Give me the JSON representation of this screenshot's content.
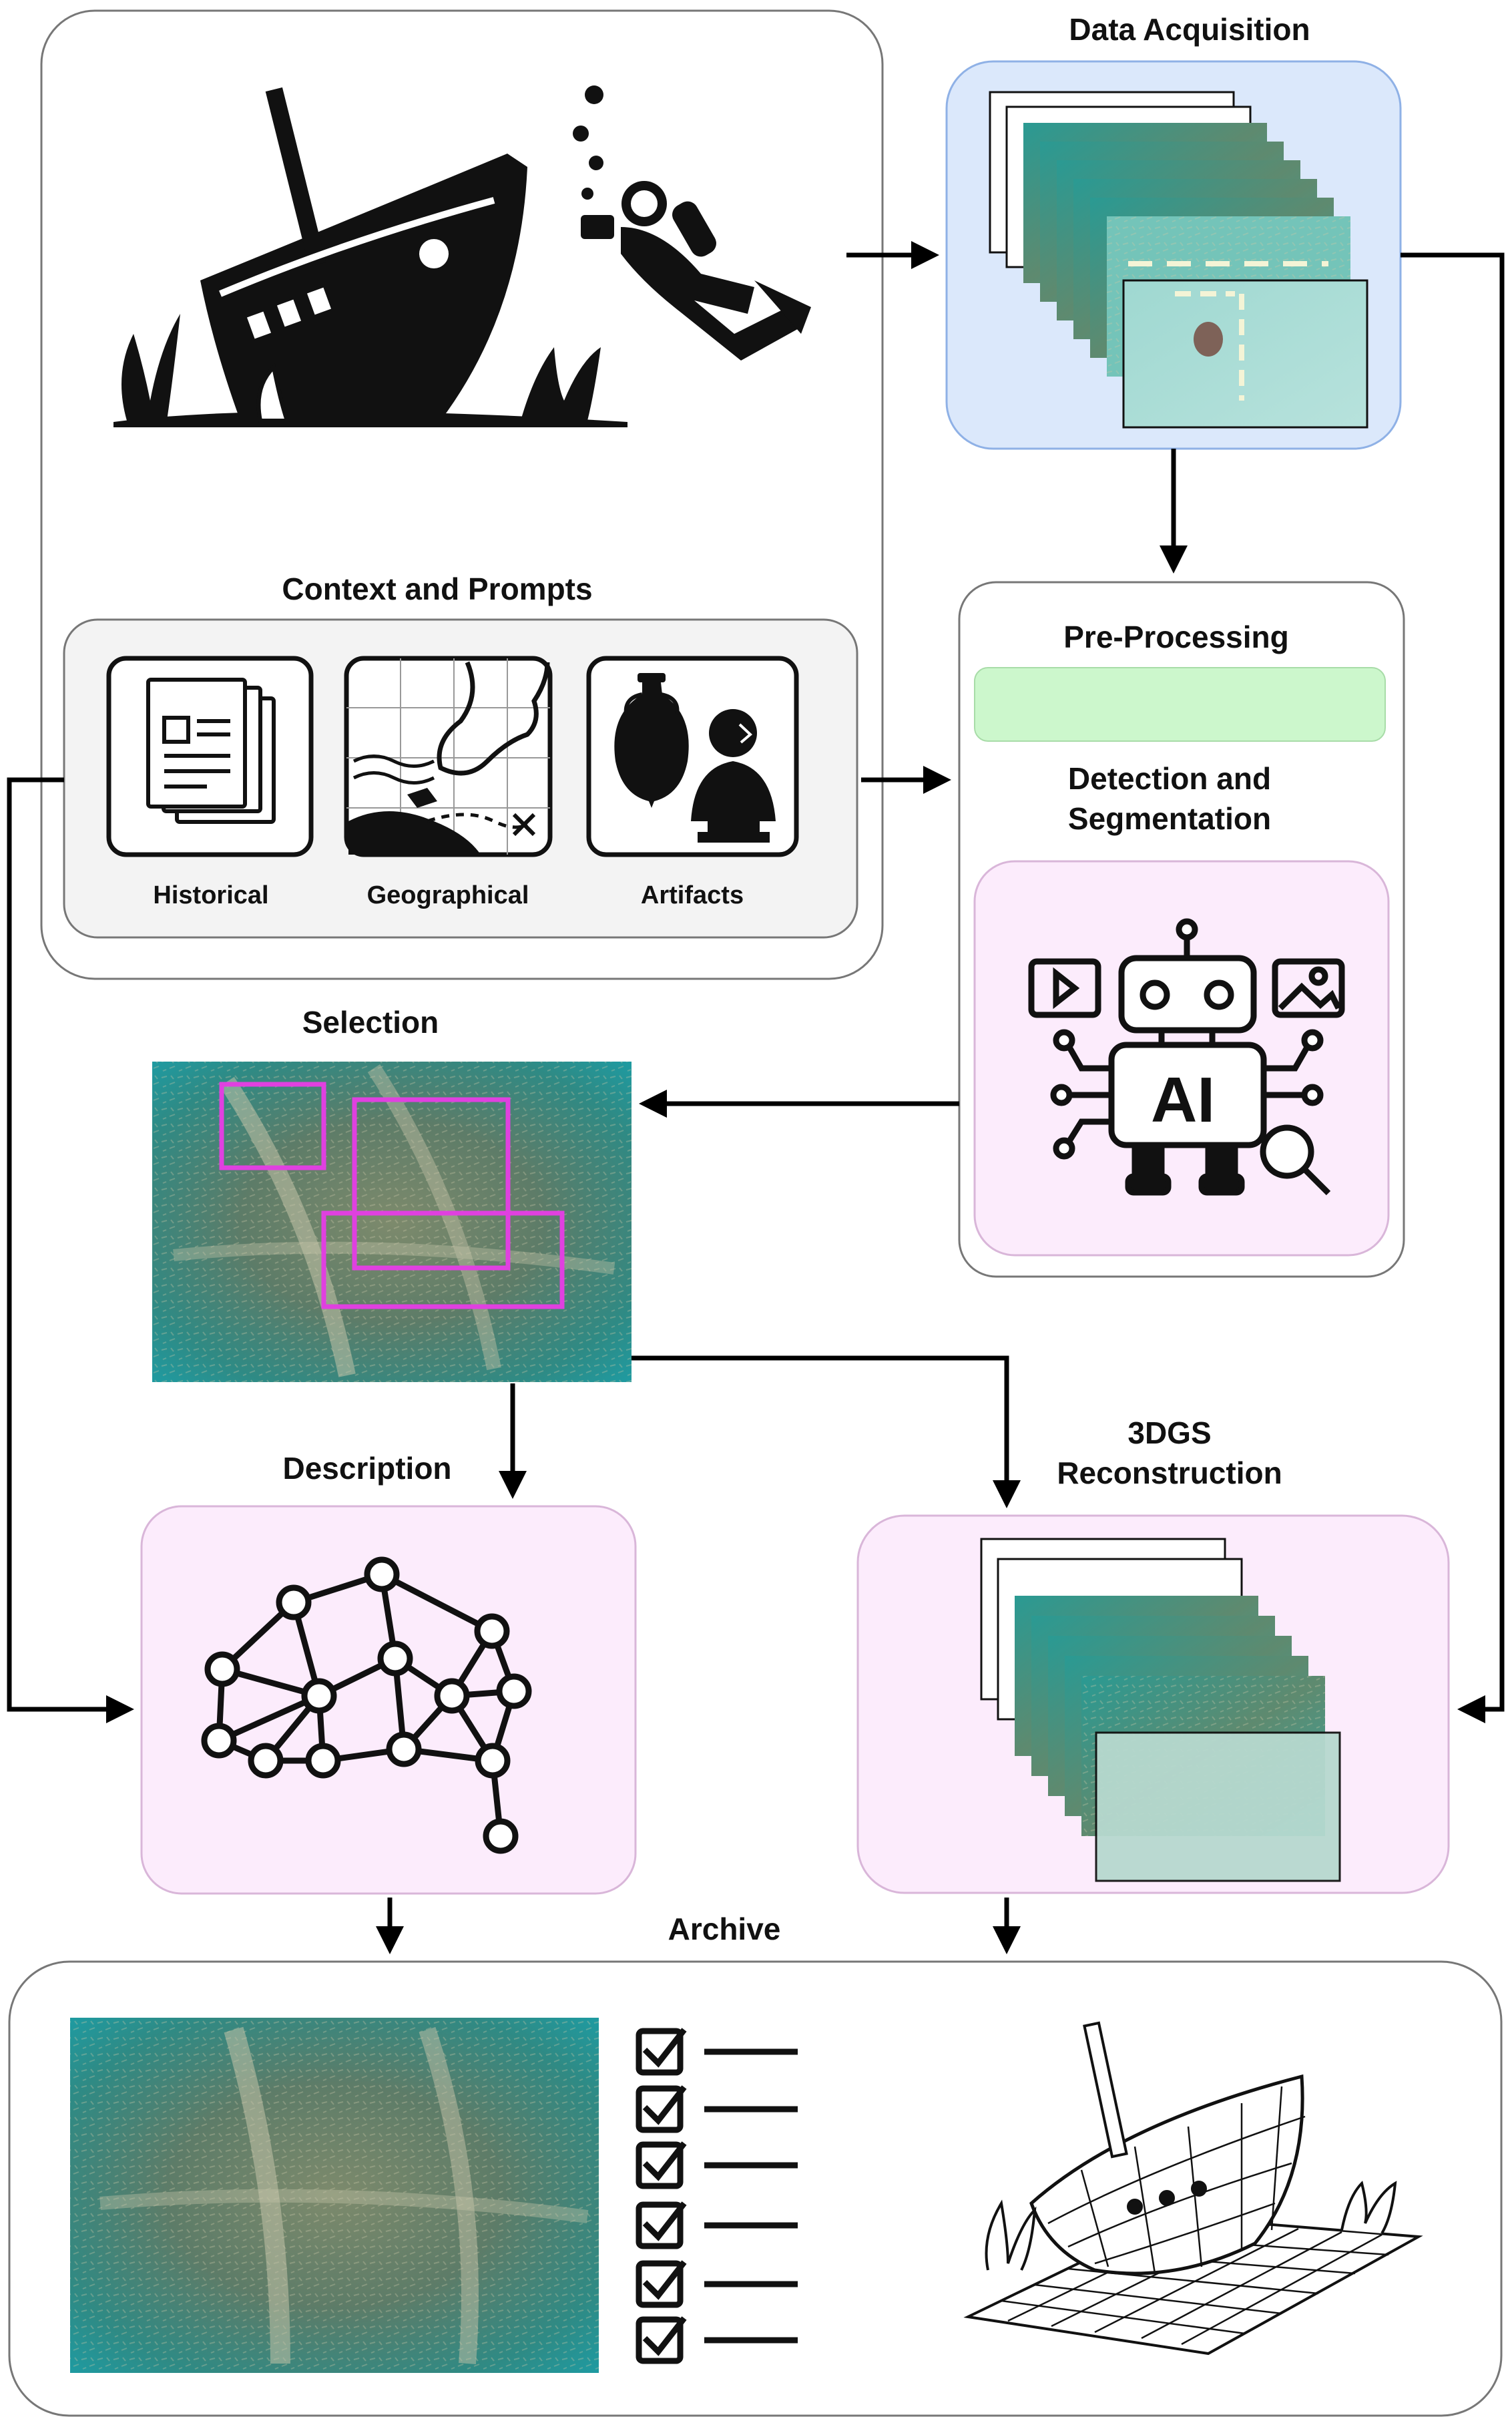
{
  "stages": {
    "data_acquisition": "Data Acquisition",
    "context_and_prompts": "Context and Prompts",
    "pre_processing": "Pre-Processing",
    "detection_line1": "Detection and",
    "detection_line2": "Segmentation",
    "selection": "Selection",
    "description": "Description",
    "reconstruction_line1": "3DGS",
    "reconstruction_line2": "Reconstruction",
    "archive": "Archive"
  },
  "context_items": [
    "Historical",
    "Geographical",
    "Artifacts"
  ],
  "ai_chip_label": "AI",
  "icons": [
    "shipwreck-scene-icon",
    "diver-icon",
    "documents-icon",
    "map-icon",
    "amphora-bust-icon",
    "ai-robot-icon",
    "neural-network-icon",
    "checklist-icon",
    "wireframe-ship-icon"
  ],
  "colors": {
    "acquisition_fill": "#dbe8fb",
    "preprocessing_bar": "#ccf7cc",
    "ai_panel_fill": "#fcecfc",
    "context_panel_fill": "#f3f3f3",
    "selection_box": "#e040e0",
    "underwater_teal": "#3f8f86"
  }
}
